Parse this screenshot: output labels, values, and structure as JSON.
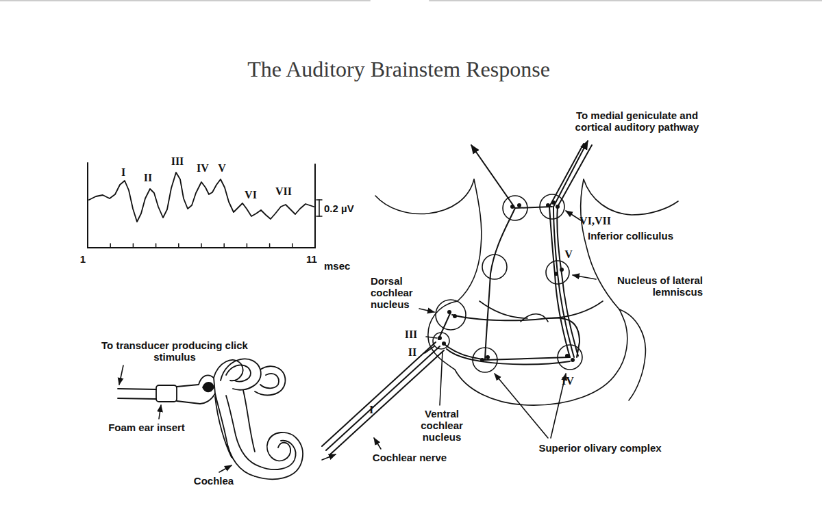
{
  "diagram": {
    "title": "The Auditory Brainstem Response",
    "labels": [
      "I",
      "II",
      "III",
      "IV",
      "V",
      "VI",
      "VII",
      "0.2 µV",
      "1",
      "11",
      "msec",
      "To transducer producing click stimulus",
      "Foam ear insert",
      "Cochlea",
      "To medial geniculate and cortical auditory pathway",
      "Dorsal cochlear nucleus",
      "III",
      "II",
      "I",
      "Ventral cochlear nucleus",
      "Cochlear nerve",
      "Superior olivary complex",
      "IV",
      "VI,VII",
      "Inferior colliculus",
      "V",
      "Nucleus of lateral lemniscus"
    ]
  }
}
